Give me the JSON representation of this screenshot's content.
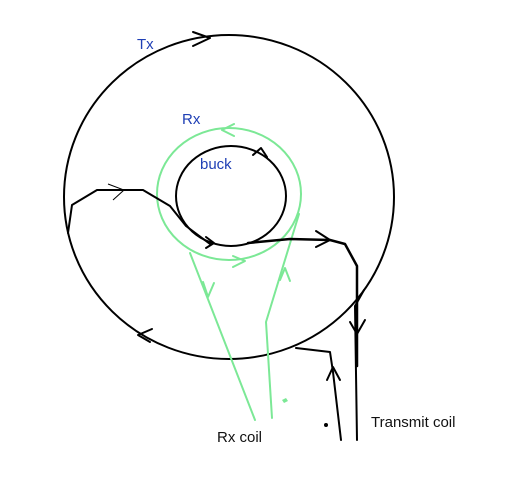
{
  "labels": {
    "tx": "Tx",
    "rx": "Rx",
    "buck": "buck",
    "rx_coil": "Rx coil",
    "transmit_coil": "Transmit coil"
  },
  "colors": {
    "label_blue": "#1f3fb5",
    "rx_green": "#7ce896",
    "wire_black": "#000000"
  }
}
